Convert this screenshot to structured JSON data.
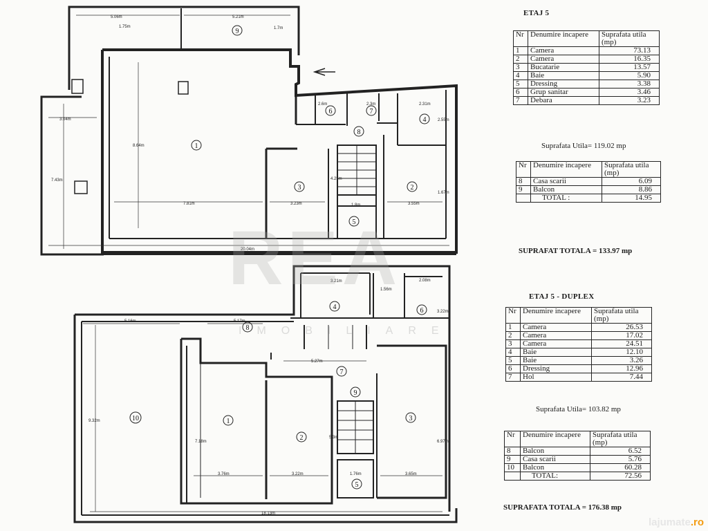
{
  "etaj5": {
    "title": "ETAJ 5",
    "headers": [
      "Nr",
      "Denumire incapere",
      "Suprafata utila (mp)"
    ],
    "rooms": [
      {
        "nr": "1",
        "name": "Camera",
        "area": "73.13"
      },
      {
        "nr": "2",
        "name": "Camera",
        "area": "16.35"
      },
      {
        "nr": "3",
        "name": "Bucatarie",
        "area": "13.57"
      },
      {
        "nr": "4",
        "name": "Baie",
        "area": "5.90"
      },
      {
        "nr": "5",
        "name": "Dressing",
        "area": "3.38"
      },
      {
        "nr": "6",
        "name": "Grup sanitar",
        "area": "3.46"
      },
      {
        "nr": "7",
        "name": "Debara",
        "area": "3.23"
      }
    ],
    "useful_total": "Suprafata Utila= 119.02 mp",
    "extra_rooms": [
      {
        "nr": "8",
        "name": "Casa scarii",
        "area": "6.09"
      },
      {
        "nr": "9",
        "name": "Balcon",
        "area": "8.86"
      }
    ],
    "extra_total_label": "TOTAL :",
    "extra_total_value": "14.95",
    "grand_total": "SUPRAFAT TOTALA = 133.97 mp"
  },
  "duplex": {
    "title": "ETAJ 5 - DUPLEX",
    "headers": [
      "Nr",
      "Denumire incapere",
      "Suprafata utila (mp)"
    ],
    "rooms": [
      {
        "nr": "1",
        "name": "Camera",
        "area": "26.53"
      },
      {
        "nr": "2",
        "name": "Camera",
        "area": "17.02"
      },
      {
        "nr": "3",
        "name": "Camera",
        "area": "24.51"
      },
      {
        "nr": "4",
        "name": "Baie",
        "area": "12.10"
      },
      {
        "nr": "5",
        "name": "Baie",
        "area": "3.26"
      },
      {
        "nr": "6",
        "name": "Dressing",
        "area": "12.96"
      },
      {
        "nr": "7",
        "name": "Hol",
        "area": "7.44"
      }
    ],
    "useful_total": "Suprafata Utila= 103.82 mp",
    "extra_rooms": [
      {
        "nr": "8",
        "name": "Balcon",
        "area": "6.52"
      },
      {
        "nr": "9",
        "name": "Casa scarii",
        "area": "5.76"
      },
      {
        "nr": "10",
        "name": "Balcon",
        "area": "60.28"
      }
    ],
    "extra_total_label": "TOTAL:",
    "extra_total_value": "72.56",
    "grand_total": "SUPRAFATA TOTALA = 176.38 mp"
  },
  "plan_top": {
    "dims": [
      "5.06m",
      "5.21m",
      "1.75m",
      "1.7m",
      "3.04m",
      "7.43m",
      "8.64m",
      "7.81m",
      "3.23m",
      "3.55m",
      "20.04m",
      "2.6m",
      "2.3m",
      "2.31m",
      "2.55m",
      "1.8m",
      "4.25m",
      "1.67m"
    ],
    "labels": [
      "1",
      "2",
      "3",
      "4",
      "5",
      "6",
      "7",
      "8",
      "9"
    ]
  },
  "plan_bottom": {
    "dims": [
      "5.16m",
      "5.17m",
      "3.21m",
      "1.56m",
      "2.08m",
      "5.27m",
      "9.32m",
      "7.18m",
      "3.76m",
      "3.22m",
      "1.76m",
      "3.65m",
      "18.13m",
      "6.97m",
      "3.22m",
      "5.3m"
    ],
    "labels": [
      "1",
      "2",
      "3",
      "4",
      "5",
      "6",
      "7",
      "8",
      "9",
      "10"
    ]
  },
  "watermark": {
    "logo": "REA",
    "sub": "IMOBILIARE"
  },
  "brand": {
    "name": "lajumate",
    "tld": ".ro"
  }
}
